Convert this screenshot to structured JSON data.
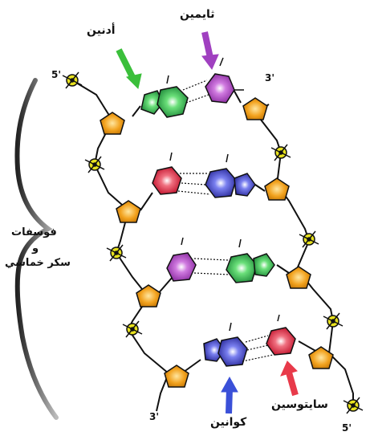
{
  "labels": {
    "adenine": "أدنين",
    "thymine": "ثايمين",
    "guanine": "كوانين",
    "cytosine": "سايتوسين",
    "backbone_line1": "فوسفات",
    "backbone_line2": "و",
    "backbone_line3": "سكر خماسي"
  },
  "strand_ends": {
    "top_left": "5'",
    "top_right": "3'",
    "bottom_left": "3'",
    "bottom_right": "5'"
  },
  "colors": {
    "adenine": "#1fa04a",
    "thymine": "#a03ab0",
    "guanine": "#3a3ab5",
    "cytosine": "#e2223a",
    "sugar": "#f2a21e",
    "phosphate": "#e8e21e",
    "arrow_green": "#3bbf3b",
    "arrow_purple": "#a040c0",
    "arrow_blue": "#3a50d8",
    "arrow_red": "#e83a4a"
  }
}
